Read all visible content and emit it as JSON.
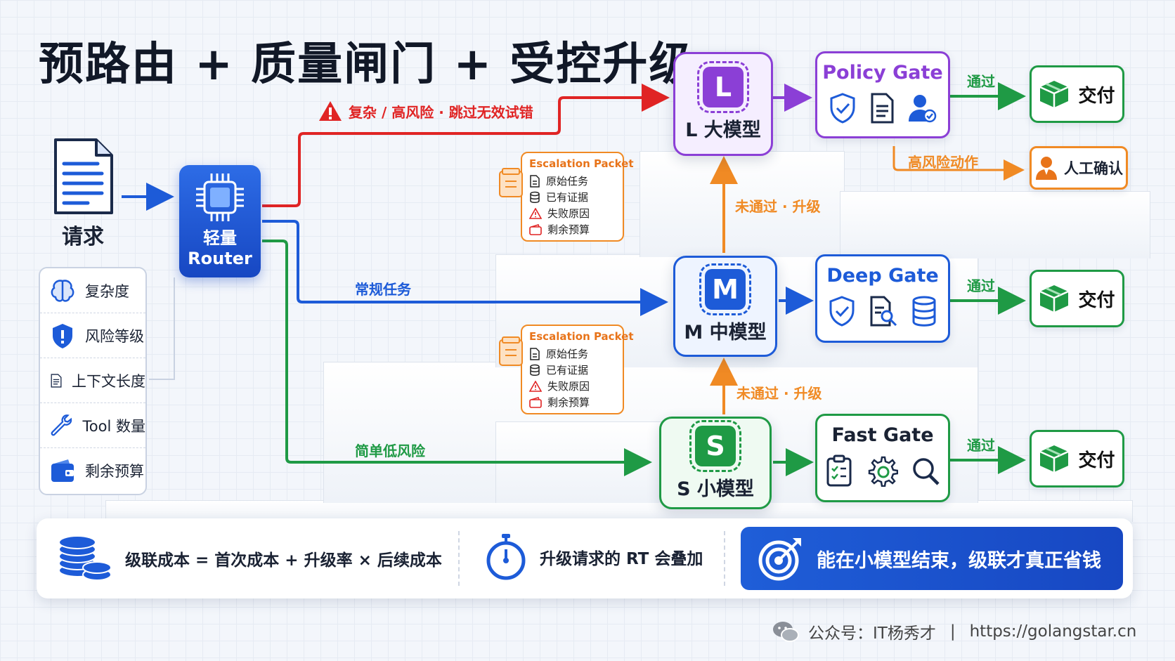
{
  "title": "预路由 + 质量闸门 + 受控升级",
  "request": {
    "label": "请求"
  },
  "router": {
    "line1": "轻量",
    "line2": "Router"
  },
  "factors": [
    {
      "icon": "brain-icon",
      "label": "复杂度"
    },
    {
      "icon": "shield-icon",
      "label": "风险等级"
    },
    {
      "icon": "document-icon",
      "label": "上下文长度"
    },
    {
      "icon": "wrench-icon",
      "label": "Tool 数量"
    },
    {
      "icon": "wallet-icon",
      "label": "剩余预算"
    }
  ],
  "routes": {
    "high_risk": "复杂 / 高风险 · 跳过无效试错",
    "normal": "常规任务",
    "simple": "简单低风险"
  },
  "models": {
    "large": {
      "letter": "L",
      "label": "L 大模型"
    },
    "medium": {
      "letter": "M",
      "label": "M 中模型"
    },
    "small": {
      "letter": "S",
      "label": "S 小模型"
    }
  },
  "escalate_label": "未通过 · 升级",
  "packets": [
    {
      "title": "Escalation Packet",
      "items": [
        "原始任务",
        "已有证据",
        "失败原因",
        "剩余预算"
      ]
    },
    {
      "title": "Escalation Packet",
      "items": [
        "原始任务",
        "已有证据",
        "失败原因",
        "剩余预算"
      ]
    }
  ],
  "gates": {
    "policy": "Policy Gate",
    "deep": "Deep Gate",
    "fast": "Fast Gate"
  },
  "pass_label": "通过",
  "deliver_label": "交付",
  "high_risk_action": "高风险动作",
  "human_confirm": "人工确认",
  "footer": {
    "formula": "级联成本 = 首次成本 + 升级率 × 后续成本",
    "rt": "升级请求的 RT 会叠加",
    "cta": "能在小模型结束，级联才真正省钱"
  },
  "watermark": {
    "account": "公众号：IT杨秀才",
    "separator": "|",
    "url": "https://golangstar.cn"
  },
  "colors": {
    "red": "#e02424",
    "blue": "#1d5bd8",
    "green": "#1f9a45",
    "orange": "#f08a24",
    "purple": "#8b3fd6"
  }
}
